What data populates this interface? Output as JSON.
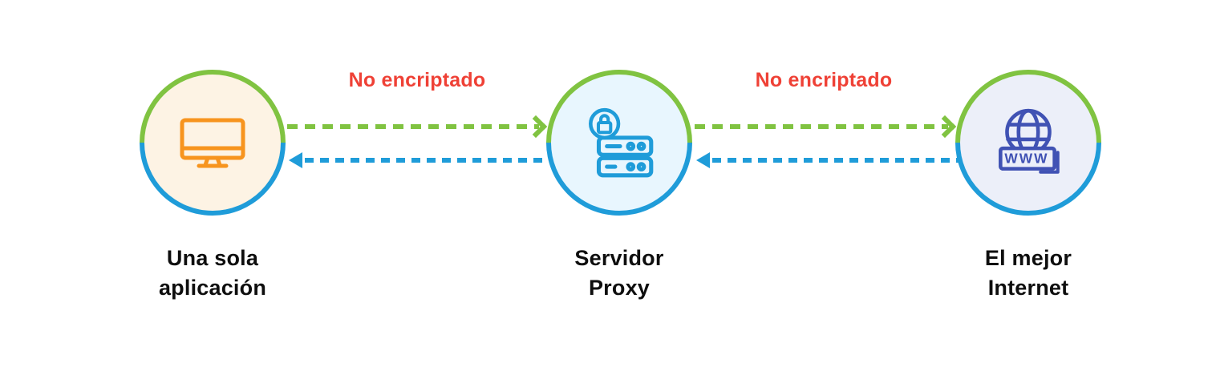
{
  "diagram": {
    "title": "proxy-traffic-flow",
    "nodes": [
      {
        "id": "app",
        "icon": "monitor-icon",
        "label_line1": "Una sola",
        "label_line2": "aplicación",
        "circle_fill": "#FDF3E4",
        "icon_color": "#F7941E"
      },
      {
        "id": "proxy",
        "icon": "proxy-server-lock-icon",
        "label_line1": "Servidor",
        "label_line2": "Proxy",
        "circle_fill": "#E8F6FE",
        "icon_color": "#1F9CD9"
      },
      {
        "id": "internet",
        "icon": "globe-www-icon",
        "icon_text": "WWW",
        "label_line1": "El mejor",
        "label_line2": "Internet",
        "circle_fill": "#ECEFF9",
        "icon_color": "#4052B4"
      }
    ],
    "connections": [
      {
        "label": "No encriptado",
        "label_color": "#EF4136",
        "top_arrow": {
          "direction": "right",
          "color": "#80C341",
          "style": "dashed"
        },
        "bottom_arrow": {
          "direction": "left",
          "color": "#1F9CD9",
          "style": "dashed"
        }
      },
      {
        "label": "No encriptado",
        "label_color": "#EF4136",
        "top_arrow": {
          "direction": "right",
          "color": "#80C341",
          "style": "dashed"
        },
        "bottom_arrow": {
          "direction": "left",
          "color": "#1F9CD9",
          "style": "dashed"
        }
      }
    ],
    "ring_top_color": "#80C341",
    "ring_bottom_color": "#1F9CD9"
  }
}
